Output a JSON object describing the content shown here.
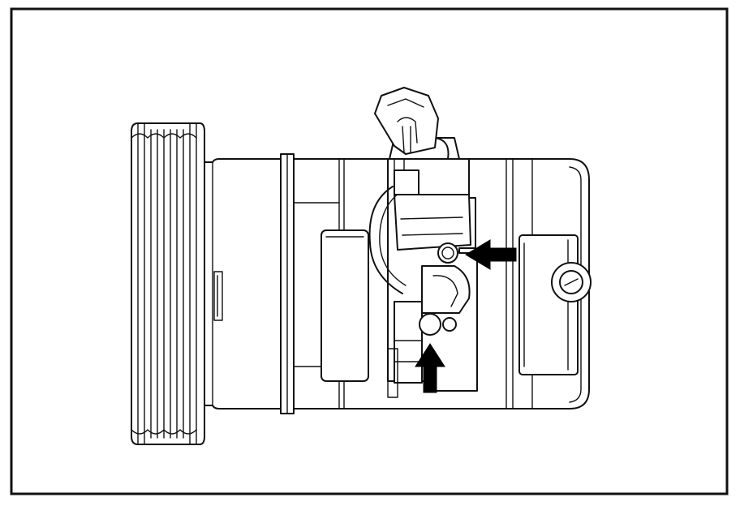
{
  "figure": {
    "subject": "ac-compressor-side-view",
    "callouts": [
      {
        "id": "upper-bolt-arrow",
        "points": "left"
      },
      {
        "id": "lower-bolt-arrow",
        "points": "up"
      }
    ],
    "colors": {
      "line": "#111111",
      "background": "#ffffff"
    }
  }
}
